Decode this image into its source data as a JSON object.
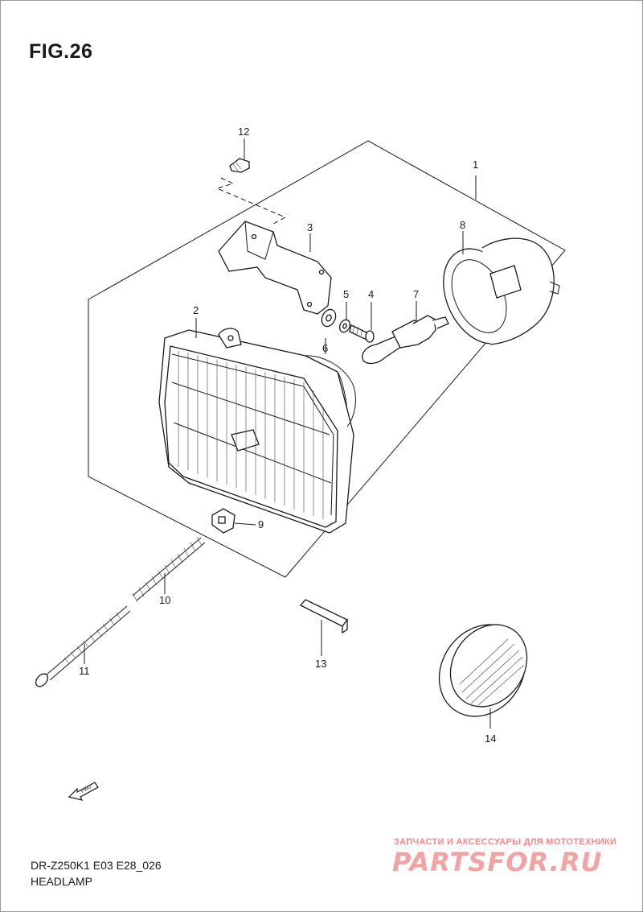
{
  "figure": {
    "title": "FIG.26",
    "model_code": "DR-Z250K1 E03 E28_026",
    "section": "HEADLAMP"
  },
  "callouts": [
    {
      "id": "1",
      "label": "1",
      "part": "headlamp-assembly"
    },
    {
      "id": "2",
      "label": "2",
      "part": "headlamp-unit"
    },
    {
      "id": "3",
      "label": "3",
      "part": "bracket"
    },
    {
      "id": "4",
      "label": "4",
      "part": "screw"
    },
    {
      "id": "5",
      "label": "5",
      "part": "washer"
    },
    {
      "id": "6",
      "label": "6",
      "part": "washer"
    },
    {
      "id": "7",
      "label": "7",
      "part": "bulb"
    },
    {
      "id": "8",
      "label": "8",
      "part": "socket-cover"
    },
    {
      "id": "9",
      "label": "9",
      "part": "clip-nut"
    },
    {
      "id": "10",
      "label": "10",
      "part": "spring"
    },
    {
      "id": "11",
      "label": "11",
      "part": "adjusting-screw"
    },
    {
      "id": "12",
      "label": "12",
      "part": "screw"
    },
    {
      "id": "13",
      "label": "13",
      "part": "spacer"
    },
    {
      "id": "14",
      "label": "14",
      "part": "reflector"
    }
  ],
  "fwd_label": "FWD",
  "watermark": {
    "caption": "ЗАПЧАСТИ И АКСЕССУАРЫ ДЛЯ МОТОТЕХНИКИ",
    "logo": "PARTSFOR.RU"
  }
}
